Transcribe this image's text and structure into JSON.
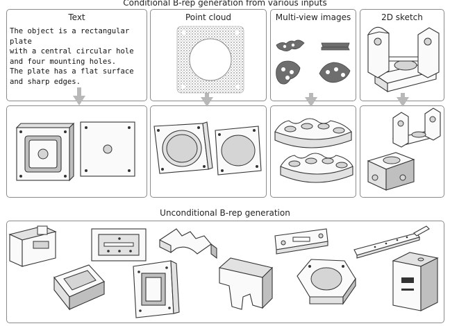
{
  "header": {
    "conditional_title": "Conditional B-rep generation from various inputs",
    "unconditional_title": "Unconditional B-rep generation"
  },
  "columns": [
    {
      "label": "Text"
    },
    {
      "label": "Point cloud"
    },
    {
      "label": "Multi-view images"
    },
    {
      "label": "2D sketch"
    }
  ],
  "text_input": {
    "lines": "The object is a rectangular plate\n with a central circular hole\nand four mounting holes.\nThe plate has a flat surface\nand sharp edges."
  },
  "colors": {
    "border": "#8a8a8a",
    "arrow": "#b8b8b8",
    "point_cloud": "#9a9a9a"
  }
}
